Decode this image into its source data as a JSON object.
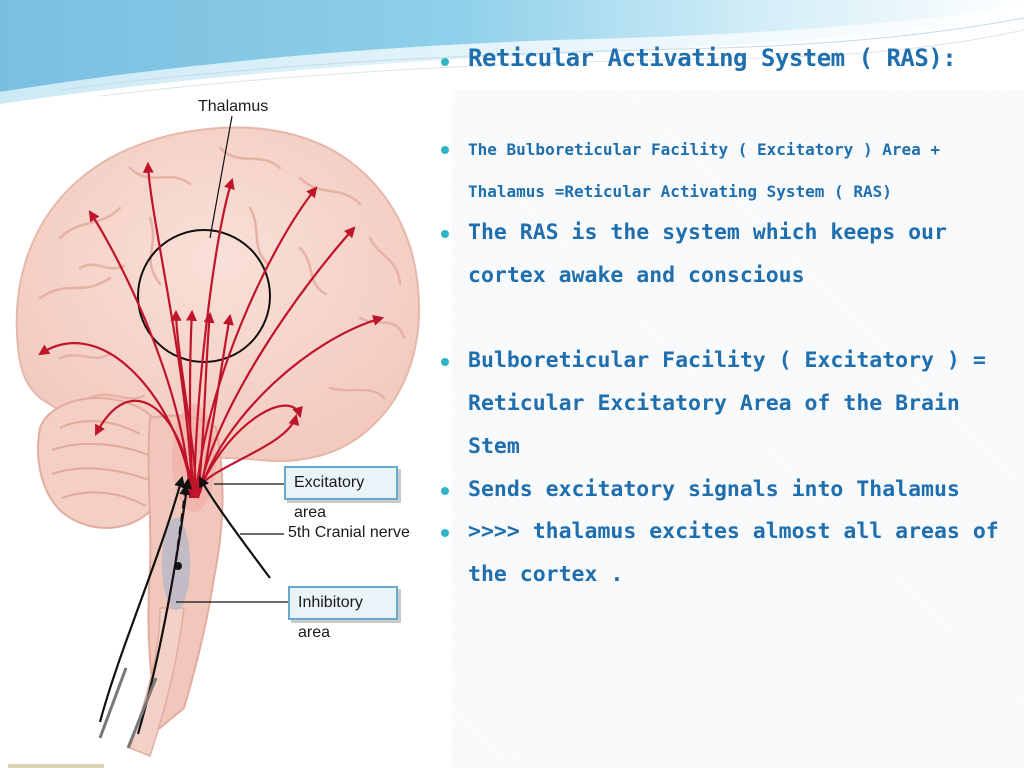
{
  "slide": {
    "title": "Reticular Activating System ( RAS):",
    "lines": [
      {
        "text": "The Bulboreticular Facility ( Excitatory ) Area +",
        "bullet": true
      },
      {
        "text": "Thalamus =Reticular Activating System ( RAS)",
        "bullet": false
      },
      {
        "text": "The RAS is the system which keeps our",
        "bullet": true
      },
      {
        "text": "cortex awake and conscious",
        "bullet": false
      },
      {
        "text": "Bulboreticular  Facility ( Excitatory ) =",
        "bullet": true
      },
      {
        "text": "Reticular Excitatory Area of the Brain",
        "bullet": false
      },
      {
        "text": "Stem",
        "bullet": false
      },
      {
        "text": "Sends excitatory signals into Thalamus",
        "bullet": true
      },
      {
        "text": ">>>>  thalamus excites almost all areas of",
        "bullet": true
      },
      {
        "text": "the cortex .",
        "bullet": false
      }
    ]
  },
  "figure": {
    "label_thalamus": "Thalamus",
    "label_excitatory": "Excitatory area",
    "label_cranial": "5th Cranial nerve",
    "label_inhibitory": "Inhibitory area"
  },
  "colors": {
    "text_blue": "#1f6fae",
    "bullet_teal": "#2fb4c8",
    "arrow_red": "#c0142a",
    "brain_pink": "#f6d2c8"
  }
}
